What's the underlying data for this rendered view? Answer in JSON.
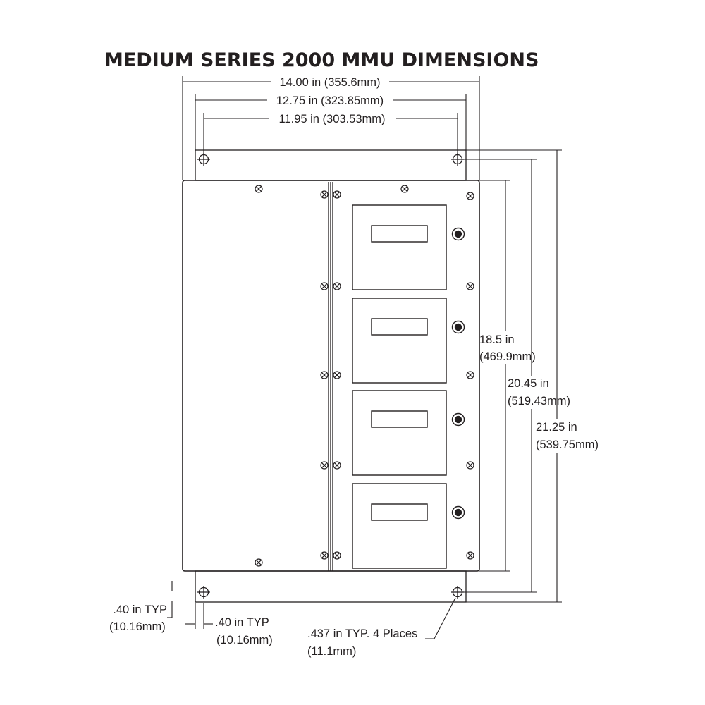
{
  "title": "MEDIUM SERIES 2000 MMU DIMENSIONS",
  "colors": {
    "ink": "#231f20",
    "paper": "#ffffff"
  },
  "dimensions": {
    "overall_width": "14.00 in (355.6mm)",
    "mounting_width": "12.75 in (323.85mm)",
    "inner_width": "11.95 in (303.53mm)",
    "body_height_in": "18.5 in",
    "body_height_mm": "(469.9mm)",
    "mounting_height_in": "20.45 in",
    "mounting_height_mm": "(519.43mm)",
    "overall_height_in": "21.25 in",
    "overall_height_mm": "(539.75mm)",
    "left_offset_in": ".40 in TYP",
    "left_offset_mm": "(10.16mm)",
    "bottom_offset_in": ".40 in TYP",
    "bottom_offset_mm": "(10.16mm)",
    "hole_in": ".437 in TYP. 4 Places",
    "hole_mm": "(11.1mm)"
  },
  "modules": [
    {
      "name": "module-1"
    },
    {
      "name": "module-2"
    },
    {
      "name": "module-3"
    },
    {
      "name": "module-4"
    }
  ]
}
